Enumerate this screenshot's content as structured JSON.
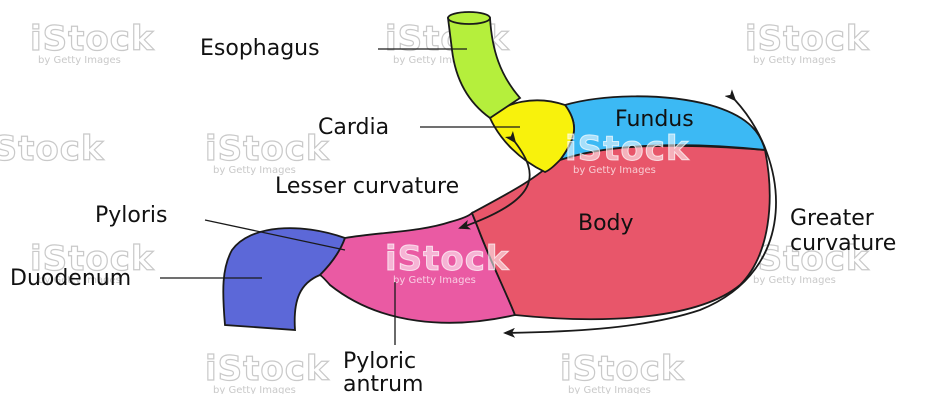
{
  "labels": {
    "esophagus": "Esophagus",
    "cardia": "Cardia",
    "fundus": "Fundus",
    "lesser_curvature": "Lesser curvature",
    "pyloris": "Pyloris",
    "body": "Body",
    "greater_line1": "Greater",
    "greater_line2": "curvature",
    "duodenum": "Duodenum",
    "pyloric_line1": "Pyloric",
    "pyloric_line2": "antrum"
  },
  "watermark": {
    "brand": "iStock",
    "sub": "by Getty Images"
  },
  "colors": {
    "esophagus": "#b5ef3c",
    "cardia": "#f8f20c",
    "fundus": "#3cb9f4",
    "body": "#e8566a",
    "antrum": "#ea5aa3",
    "duodenum": "#5c68d8",
    "outline": "#1a1a1a"
  }
}
